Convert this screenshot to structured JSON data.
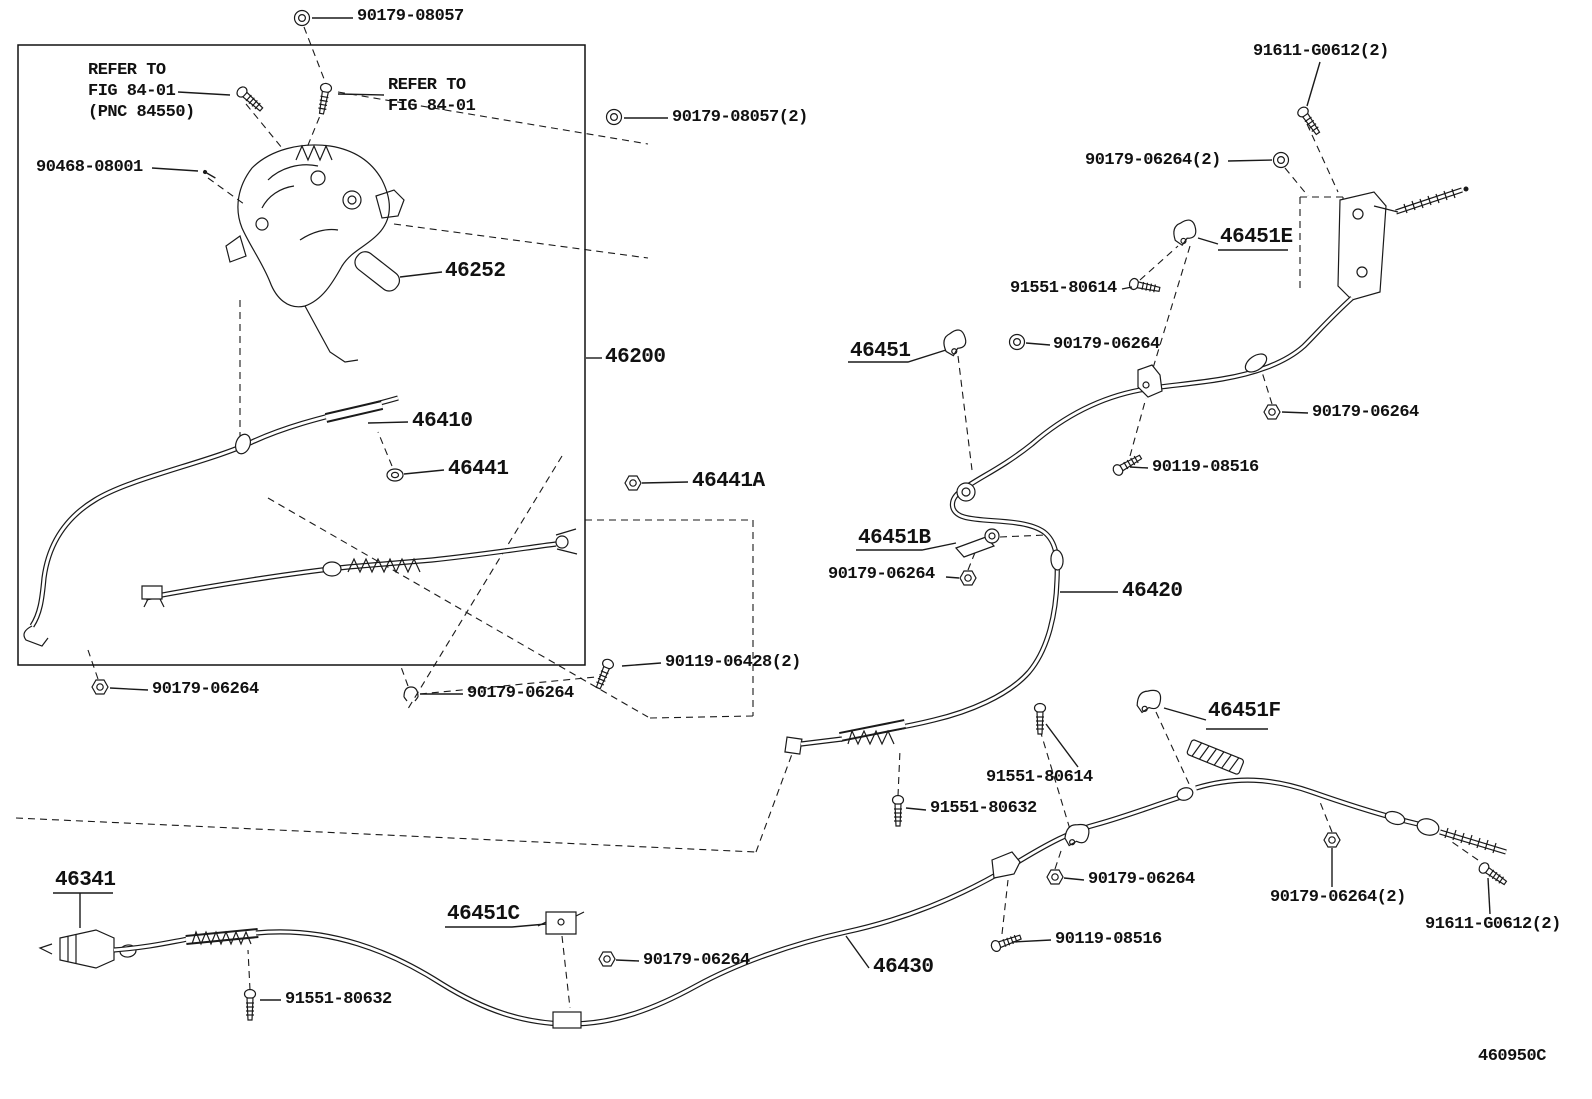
{
  "figure": {
    "code": "460950C"
  },
  "labels": [
    {
      "text": "90179-08057",
      "kind": "fastener"
    },
    {
      "text": "REFER TO",
      "kind": "note"
    },
    {
      "text": "FIG 84-01",
      "kind": "note"
    },
    {
      "text": "(PNC 84550)",
      "kind": "note"
    },
    {
      "text": "REFER TO",
      "kind": "note"
    },
    {
      "text": "FIG 84-01",
      "kind": "note"
    },
    {
      "text": "90179-08057(2)",
      "kind": "fastener"
    },
    {
      "text": "91611-G0612(2)",
      "kind": "fastener"
    },
    {
      "text": "90468-08001",
      "kind": "fastener"
    },
    {
      "text": "90179-06264(2)",
      "kind": "fastener"
    },
    {
      "text": "46451E",
      "kind": "part"
    },
    {
      "text": "46252",
      "kind": "part"
    },
    {
      "text": "91551-80614",
      "kind": "fastener"
    },
    {
      "text": "46451",
      "kind": "part"
    },
    {
      "text": "90179-06264",
      "kind": "fastener"
    },
    {
      "text": "46200",
      "kind": "part"
    },
    {
      "text": "90179-06264",
      "kind": "fastener"
    },
    {
      "text": "46410",
      "kind": "part"
    },
    {
      "text": "46441",
      "kind": "part"
    },
    {
      "text": "90119-08516",
      "kind": "fastener"
    },
    {
      "text": "46441A",
      "kind": "part"
    },
    {
      "text": "46451B",
      "kind": "part"
    },
    {
      "text": "90179-06264",
      "kind": "fastener"
    },
    {
      "text": "46420",
      "kind": "part"
    },
    {
      "text": "90119-06428(2)",
      "kind": "fastener"
    },
    {
      "text": "90179-06264",
      "kind": "fastener"
    },
    {
      "text": "90179-06264",
      "kind": "fastener"
    },
    {
      "text": "46451F",
      "kind": "part"
    },
    {
      "text": "91551-80614",
      "kind": "fastener"
    },
    {
      "text": "91551-80632",
      "kind": "fastener"
    },
    {
      "text": "90179-06264",
      "kind": "fastener"
    },
    {
      "text": "90179-06264(2)",
      "kind": "fastener"
    },
    {
      "text": "46341",
      "kind": "part"
    },
    {
      "text": "91611-G0612(2)",
      "kind": "fastener"
    },
    {
      "text": "46451C",
      "kind": "part"
    },
    {
      "text": "90119-08516",
      "kind": "fastener"
    },
    {
      "text": "90179-06264",
      "kind": "fastener"
    },
    {
      "text": "46430",
      "kind": "part"
    },
    {
      "text": "91551-80632",
      "kind": "fastener"
    },
    {
      "text": "460950C",
      "kind": "code"
    }
  ]
}
